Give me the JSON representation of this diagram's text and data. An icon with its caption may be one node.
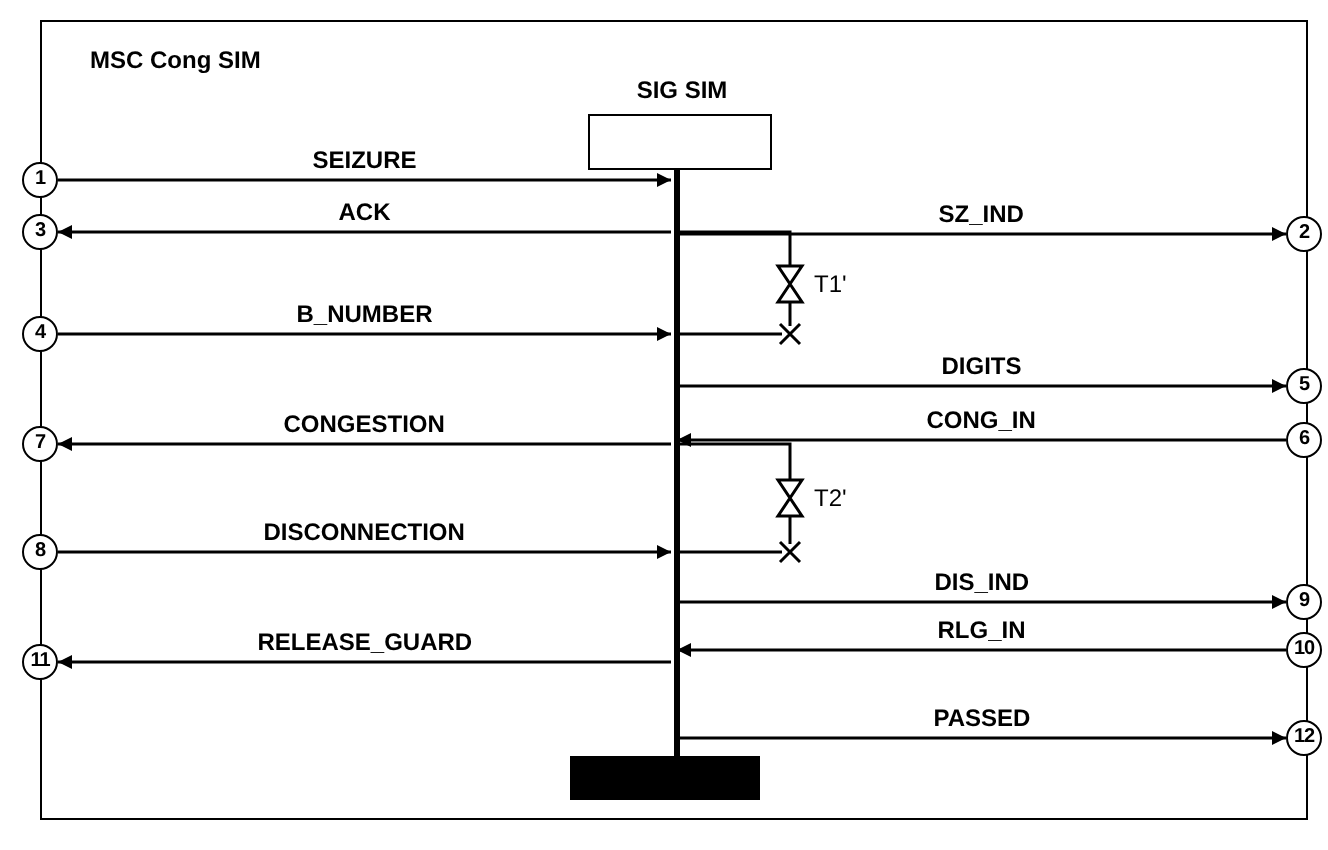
{
  "diagram": {
    "nodes": [
      {
        "text": [
          "MSC Cong SIM"
        ]
      },
      {
        "text": [
          "SIG SIM"
        ],
        "in": 0
      },
      {
        "text": [],
        "shape": "bar",
        "in": 0
      },
      {
        "text": [],
        "shape": "bar",
        "in": 0
      },
      {
        "text": [
          "1"
        ]
      },
      {
        "text": [
          "2"
        ]
      },
      {
        "text": [
          "3"
        ]
      },
      {
        "text": [
          "4"
        ]
      },
      {
        "text": [
          "5"
        ]
      },
      {
        "text": [
          "6"
        ]
      },
      {
        "text": [
          "7"
        ]
      },
      {
        "text": [
          "8"
        ]
      },
      {
        "text": [
          "9"
        ]
      },
      {
        "text": [
          "10"
        ]
      },
      {
        "text": [
          "11"
        ]
      },
      {
        "text": [
          "12"
        ]
      }
    ],
    "edges": [
      {
        "from": 4,
        "to": 2,
        "arrow": "to",
        "label": "SEIZURE"
      },
      {
        "from": 2,
        "to": 5,
        "arrow": "to",
        "label": "SZ_IND"
      },
      {
        "from": 2,
        "to": 6,
        "arrow": "to",
        "label": "ACK"
      },
      {
        "from": 7,
        "to": 2,
        "arrow": "to",
        "label": "B_NUMBER"
      },
      {
        "from": 2,
        "to": 8,
        "arrow": "to",
        "label": "DIGITS"
      },
      {
        "from": 9,
        "to": 2,
        "arrow": "to",
        "label": "CONG_IN"
      },
      {
        "from": 2,
        "to": 10,
        "arrow": "to",
        "label": "CONGESTION"
      },
      {
        "from": 11,
        "to": 2,
        "arrow": "to",
        "label": "DISCONNECTION"
      },
      {
        "from": 2,
        "to": 12,
        "arrow": "to",
        "label": "DIS_IND"
      },
      {
        "from": 13,
        "to": 2,
        "arrow": "to",
        "label": "RLG_IN"
      },
      {
        "from": 2,
        "to": 14,
        "arrow": "to",
        "label": "RELEASE_GUARD"
      },
      {
        "from": 2,
        "to": 15,
        "arrow": "to",
        "label": "PASSED"
      }
    ],
    "labels": [
      "T1'",
      "T2'"
    ]
  }
}
